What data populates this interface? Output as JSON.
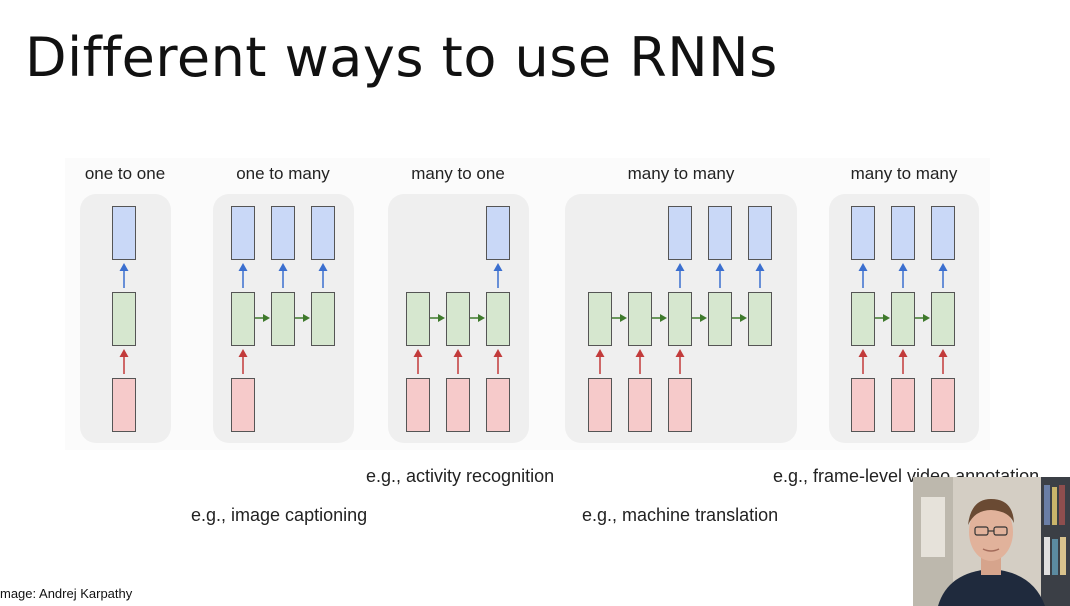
{
  "slide": {
    "title": "Different ways to use RNNs",
    "credit": "mage: Andrej Karpathy"
  },
  "panels": [
    {
      "title": "one to one"
    },
    {
      "title": "one to many"
    },
    {
      "title": "many to one"
    },
    {
      "title": "many to many"
    },
    {
      "title": "many to many"
    }
  ],
  "examples": {
    "activity": "e.g., activity recognition",
    "frame": "e.g., frame-level video annotation",
    "captioning": "e.g., image captioning",
    "translation": "e.g., machine translation"
  },
  "colors": {
    "output": "#c9d8f7",
    "hidden": "#d6e7cf",
    "input": "#f6caca",
    "up_arrow_out": "#3b6fcf",
    "up_arrow_in": "#c23b3b",
    "recurrent_arrow": "#3f7a2c"
  }
}
